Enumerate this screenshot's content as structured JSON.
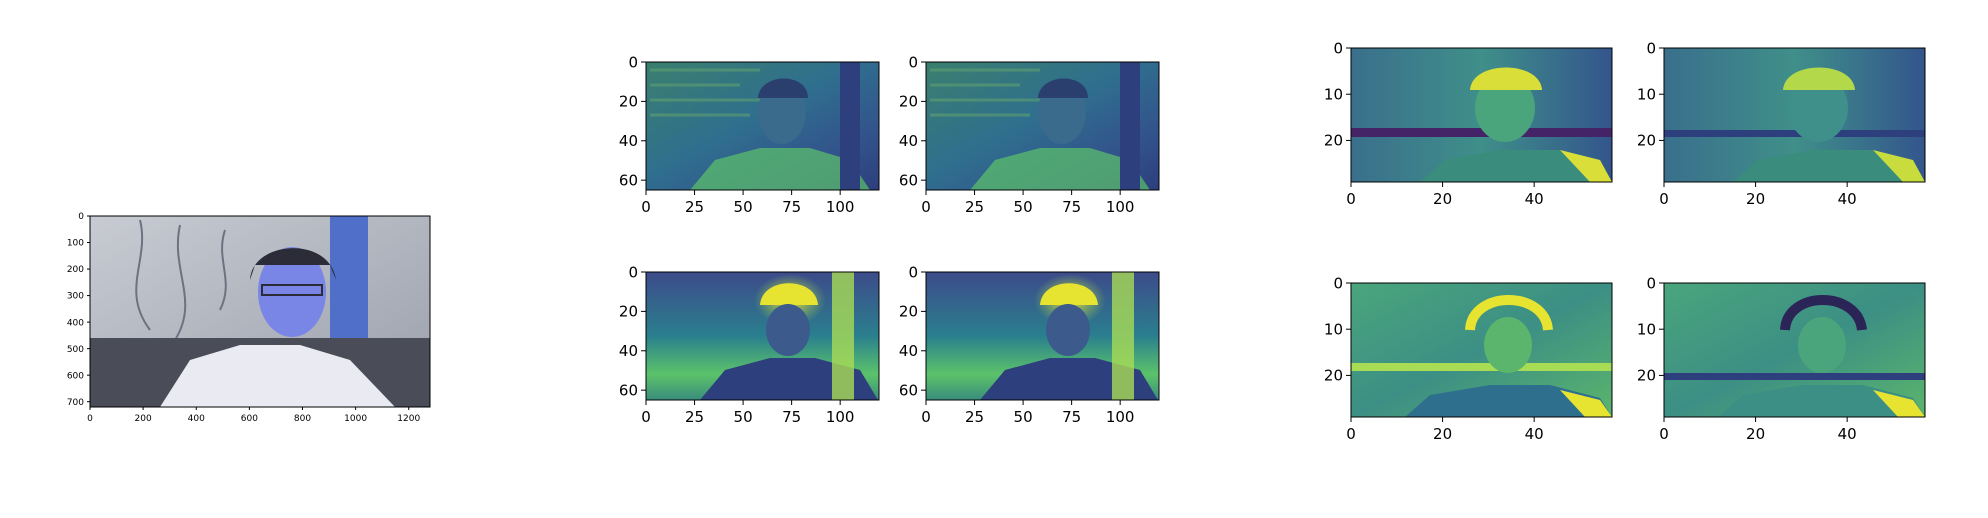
{
  "figure": {
    "background": "#ffffff",
    "axis_color": "#000000"
  },
  "chart_data": [
    {
      "type": "heatmap",
      "panel": "input-image",
      "colormap": "rgb-photo",
      "xlim": [
        0,
        1280
      ],
      "ylim": [
        720,
        0
      ],
      "xticks": [
        0,
        200,
        400,
        600,
        800,
        1000,
        1200
      ],
      "yticks": [
        0,
        100,
        200,
        300,
        400,
        500,
        600,
        700
      ],
      "xtick_labels": [
        "0",
        "200",
        "400",
        "600",
        "800",
        "1000",
        "1200"
      ],
      "ytick_labels": [
        "0",
        "100",
        "200",
        "300",
        "400",
        "500",
        "600",
        "700"
      ]
    },
    {
      "type": "heatmap",
      "panel": "layer1-map-1",
      "colormap": "viridis",
      "xlim": [
        0,
        120
      ],
      "ylim": [
        65,
        0
      ],
      "xticks": [
        0,
        25,
        50,
        75,
        100
      ],
      "yticks": [
        0,
        20,
        40,
        60
      ],
      "xtick_labels": [
        "0",
        "25",
        "50",
        "75",
        "100"
      ],
      "ytick_labels": [
        "0",
        "20",
        "40",
        "60"
      ]
    },
    {
      "type": "heatmap",
      "panel": "layer1-map-2",
      "colormap": "viridis",
      "xlim": [
        0,
        120
      ],
      "ylim": [
        65,
        0
      ],
      "xticks": [
        0,
        25,
        50,
        75,
        100
      ],
      "yticks": [
        0,
        20,
        40,
        60
      ],
      "xtick_labels": [
        "0",
        "25",
        "50",
        "75",
        "100"
      ],
      "ytick_labels": [
        "0",
        "20",
        "40",
        "60"
      ]
    },
    {
      "type": "heatmap",
      "panel": "layer1-map-3",
      "colormap": "viridis",
      "xlim": [
        0,
        120
      ],
      "ylim": [
        65,
        0
      ],
      "xticks": [
        0,
        25,
        50,
        75,
        100
      ],
      "yticks": [
        0,
        20,
        40,
        60
      ],
      "xtick_labels": [
        "0",
        "25",
        "50",
        "75",
        "100"
      ],
      "ytick_labels": [
        "0",
        "20",
        "40",
        "60"
      ]
    },
    {
      "type": "heatmap",
      "panel": "layer1-map-4",
      "colormap": "viridis",
      "xlim": [
        0,
        120
      ],
      "ylim": [
        65,
        0
      ],
      "xticks": [
        0,
        25,
        50,
        75,
        100
      ],
      "yticks": [
        0,
        20,
        40,
        60
      ],
      "xtick_labels": [
        "0",
        "25",
        "50",
        "75",
        "100"
      ],
      "ytick_labels": [
        "0",
        "20",
        "40",
        "60"
      ]
    },
    {
      "type": "heatmap",
      "panel": "layer2-map-1",
      "colormap": "viridis",
      "xlim": [
        0,
        57
      ],
      "ylim": [
        29,
        0
      ],
      "xticks": [
        0,
        20,
        40
      ],
      "yticks": [
        0,
        10,
        20
      ],
      "xtick_labels": [
        "0",
        "20",
        "40"
      ],
      "ytick_labels": [
        "0",
        "10",
        "20"
      ]
    },
    {
      "type": "heatmap",
      "panel": "layer2-map-2",
      "colormap": "viridis",
      "xlim": [
        0,
        57
      ],
      "ylim": [
        29,
        0
      ],
      "xticks": [
        0,
        20,
        40
      ],
      "yticks": [
        0,
        10,
        20
      ],
      "xtick_labels": [
        "0",
        "20",
        "40"
      ],
      "ytick_labels": [
        "0",
        "10",
        "20"
      ]
    },
    {
      "type": "heatmap",
      "panel": "layer2-map-3",
      "colormap": "viridis",
      "xlim": [
        0,
        57
      ],
      "ylim": [
        29,
        0
      ],
      "xticks": [
        0,
        20,
        40
      ],
      "yticks": [
        0,
        10,
        20
      ],
      "xtick_labels": [
        "0",
        "20",
        "40"
      ],
      "ytick_labels": [
        "0",
        "10",
        "20"
      ]
    },
    {
      "type": "heatmap",
      "panel": "layer2-map-4",
      "colormap": "viridis",
      "xlim": [
        0,
        57
      ],
      "ylim": [
        29,
        0
      ],
      "xticks": [
        0,
        20,
        40
      ],
      "yticks": [
        0,
        10,
        20
      ],
      "xtick_labels": [
        "0",
        "20",
        "40"
      ],
      "ytick_labels": [
        "0",
        "10",
        "20"
      ]
    }
  ]
}
